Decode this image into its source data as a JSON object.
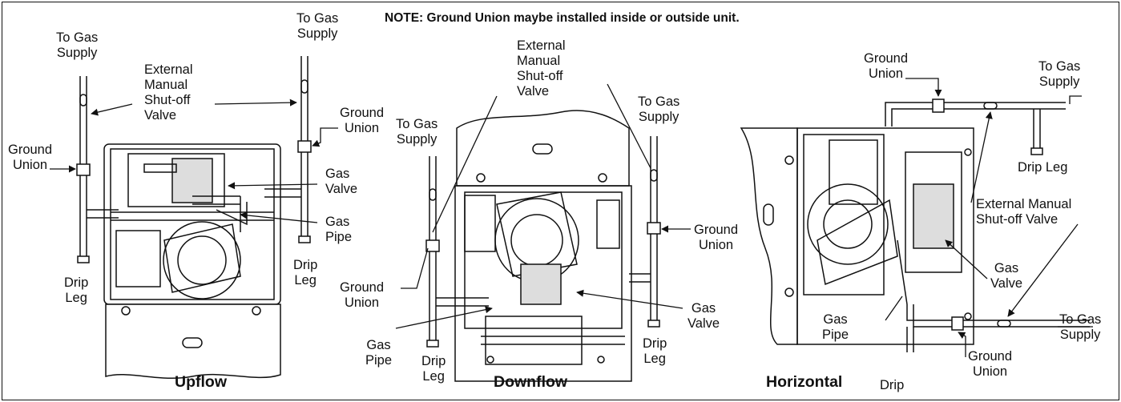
{
  "note": "NOTE: Ground Union maybe installed inside or outside unit.",
  "views": {
    "upflow": {
      "title": "Upflow",
      "to_gas_supply_left": "To Gas\nSupply",
      "to_gas_supply_right": "To Gas\nSupply",
      "shutoff_valve": "External\nManual\nShut-off\nValve",
      "ground_union_left": "Ground\nUnion",
      "ground_union_right": "Ground\nUnion",
      "gas_valve": "Gas\nValve",
      "gas_pipe": "Gas\nPipe",
      "drip_leg_left": "Drip\nLeg",
      "drip_leg_right": "Drip\nLeg"
    },
    "downflow": {
      "title": "Downflow",
      "shutoff_valve": "External\nManual\nShut-off\nValve",
      "to_gas_supply_left": "To Gas\nSupply",
      "to_gas_supply_right": "To Gas\nSupply",
      "ground_union_left": "Ground\nUnion",
      "ground_union_right": "Ground\nUnion",
      "gas_pipe": "Gas\nPipe",
      "gas_valve": "Gas\nValve",
      "drip_leg_left": "Drip\nLeg",
      "drip_leg_right": "Drip\nLeg"
    },
    "horizontal": {
      "title": "Horizontal",
      "ground_union_top": "Ground\nUnion",
      "to_gas_supply_top": "To Gas\nSupply",
      "drip_leg": "Drip Leg",
      "shutoff_valve": "External Manual\nShut-off Valve",
      "gas_valve": "Gas\nValve",
      "gas_pipe": "Gas\nPipe",
      "to_gas_supply_bottom": "To Gas\nSupply",
      "ground_union_bottom": "Ground\nUnion",
      "drip": "Drip"
    }
  }
}
